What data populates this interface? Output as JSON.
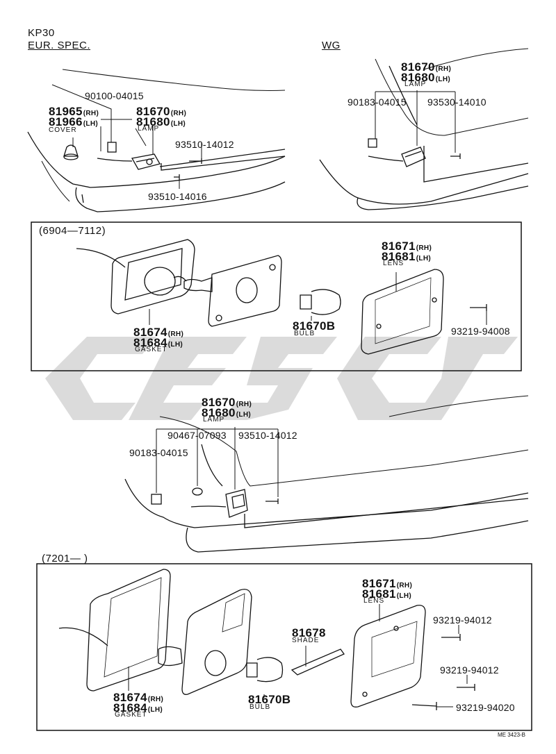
{
  "header": {
    "model": "KP30",
    "spec": "EUR. SPEC.",
    "variant": "WG"
  },
  "sections": {
    "s1": "(6904—7112)",
    "s2": "(7201—      )"
  },
  "parts": {
    "eur": {
      "bolt_a": "90100-04015",
      "cover_rh": "81965",
      "cover_rh_sfx": "(RH)",
      "cover_lh": "81966",
      "cover_lh_sfx": "(LH)",
      "cover_cap": "COVER",
      "lamp_rh": "81670",
      "lamp_rh_sfx": "(RH)",
      "lamp_lh": "81680",
      "lamp_lh_sfx": "(LH)",
      "lamp_cap": "LAMP",
      "screw_a": "93510-14012",
      "screw_b": "93510-14016"
    },
    "wg": {
      "lamp_rh": "81670",
      "lamp_rh_sfx": "(RH)",
      "lamp_lh": "81680",
      "lamp_lh_sfx": "(LH)",
      "lamp_cap": "LAMP",
      "nut": "90183-04015",
      "screw": "93530-14010"
    },
    "s1": {
      "lens_rh": "81671",
      "lens_rh_sfx": "(RH)",
      "lens_lh": "81681",
      "lens_lh_sfx": "(LH)",
      "lens_cap": "LENS",
      "gasket_rh": "81674",
      "gasket_rh_sfx": "(RH)",
      "gasket_lh": "81684",
      "gasket_lh_sfx": "(LH)",
      "gasket_cap": "GASKET",
      "bulb": "81670B",
      "bulb_cap": "BULB",
      "screw": "93219-94008"
    },
    "mid": {
      "lamp_rh": "81670",
      "lamp_rh_sfx": "(RH)",
      "lamp_lh": "81680",
      "lamp_lh_sfx": "(LH)",
      "lamp_cap": "LAMP",
      "grommet": "90467-07093",
      "screw": "93510-14012",
      "nut": "90183-04015"
    },
    "s2": {
      "lens_rh": "81671",
      "lens_rh_sfx": "(RH)",
      "lens_lh": "81681",
      "lens_lh_sfx": "(LH)",
      "lens_cap": "LENS",
      "shade": "81678",
      "shade_cap": "SHADE",
      "screw_1": "93219-94012",
      "screw_2": "93219-94012",
      "screw_3": "93219-94020",
      "gasket_rh": "81674",
      "gasket_rh_sfx": "(RH)",
      "gasket_lh": "81684",
      "gasket_lh_sfx": "(LH)",
      "gasket_cap": "GASKET",
      "bulb": "81670B",
      "bulb_cap": "BULB"
    }
  },
  "footer": {
    "code": "ME 3423-B"
  },
  "colors": {
    "ink": "#111111",
    "watermark": "#9a9a9a"
  }
}
